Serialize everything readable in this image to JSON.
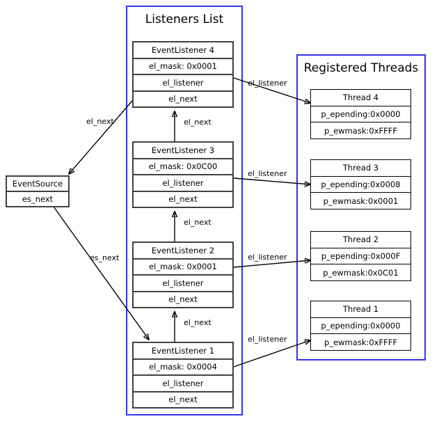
{
  "diagram": {
    "title_listeners": "Listeners List",
    "title_threads": "Registered Threads"
  },
  "event_source": {
    "name": "EventSource",
    "field_next": "es_next"
  },
  "listeners": [
    {
      "title": "EventListener 4",
      "mask": "el_mask: 0x0001",
      "listener": "el_listener",
      "next": "el_next"
    },
    {
      "title": "EventListener 3",
      "mask": "el_mask: 0x0C00",
      "listener": "el_listener",
      "next": "el_next"
    },
    {
      "title": "EventListener 2",
      "mask": "el_mask: 0x0001",
      "listener": "el_listener",
      "next": "el_next"
    },
    {
      "title": "EventListener 1",
      "mask": "el_mask: 0x0004",
      "listener": "el_listener",
      "next": "el_next"
    }
  ],
  "threads": [
    {
      "title": "Thread 4",
      "epending": "p_epending:0x0000",
      "ewmask": "p_ewmask:0xFFFF"
    },
    {
      "title": "Thread 3",
      "epending": "p_epending:0x0008",
      "ewmask": "p_ewmask:0x0001"
    },
    {
      "title": "Thread 2",
      "epending": "p_epending:0x000F",
      "ewmask": "p_ewmask:0x0C01"
    },
    {
      "title": "Thread 1",
      "epending": "p_epending:0x0000",
      "ewmask": "p_ewmask:0xFFFF"
    }
  ],
  "edge_labels": {
    "source_to_el4": "el_next",
    "source_to_el1": "es_next",
    "el3_to_el4": "el_next",
    "el2_to_el3": "el_next",
    "el1_to_el2": "el_next",
    "el4_to_thread4": "el_listener",
    "el3_to_thread3": "el_listener",
    "el2_to_thread2": "el_listener",
    "el1_to_thread1": "el_listener"
  },
  "colors": {
    "panel_border": "#3333ee",
    "node_border": "#404040",
    "edge": "#000000",
    "background": "#ffffff"
  }
}
